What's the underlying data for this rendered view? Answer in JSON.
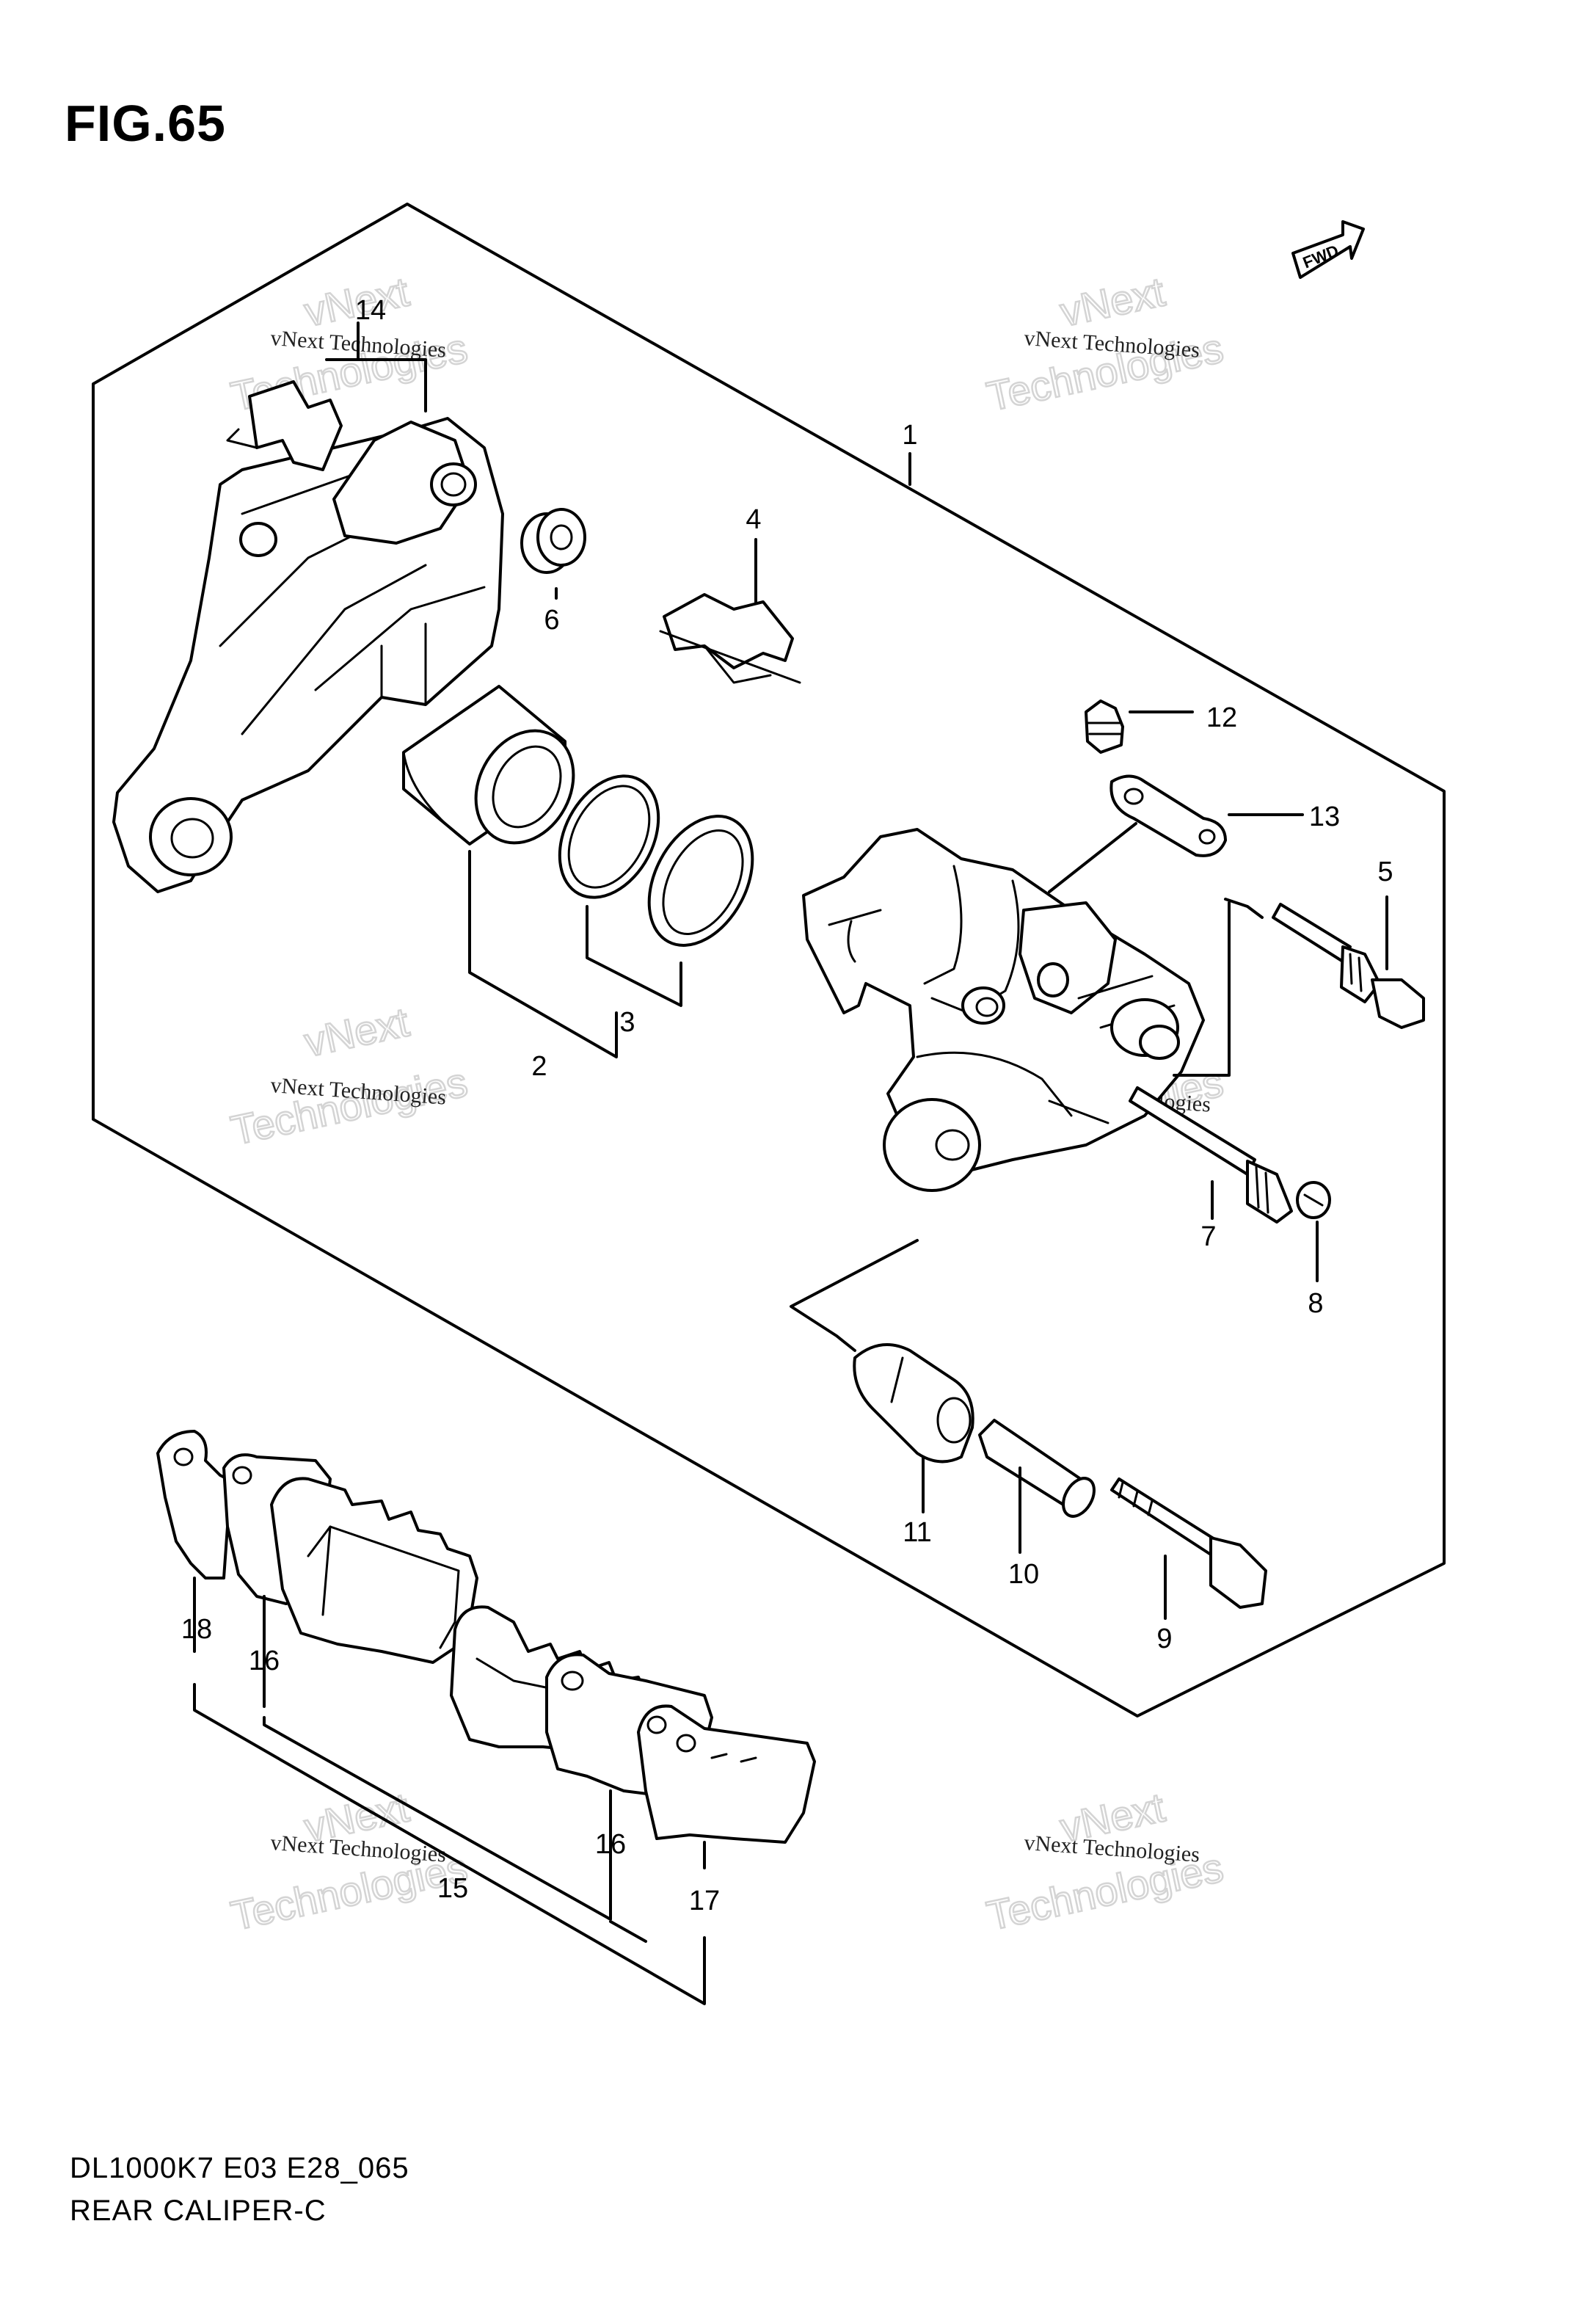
{
  "figure": {
    "title": "FIG.65",
    "footer_code": "DL1000K7 E03 E28_065",
    "footer_name": "REAR CALIPER-C",
    "fwd_label": "FWD"
  },
  "part_numbers": [
    "1",
    "2",
    "3",
    "4",
    "5",
    "6",
    "7",
    "8",
    "9",
    "10",
    "11",
    "12",
    "13",
    "14",
    "15",
    "16",
    "16",
    "17",
    "18"
  ],
  "watermark": {
    "line_small": "vNext Technologies",
    "line_big_1": "vNext",
    "line_big_2": "Technologies"
  }
}
